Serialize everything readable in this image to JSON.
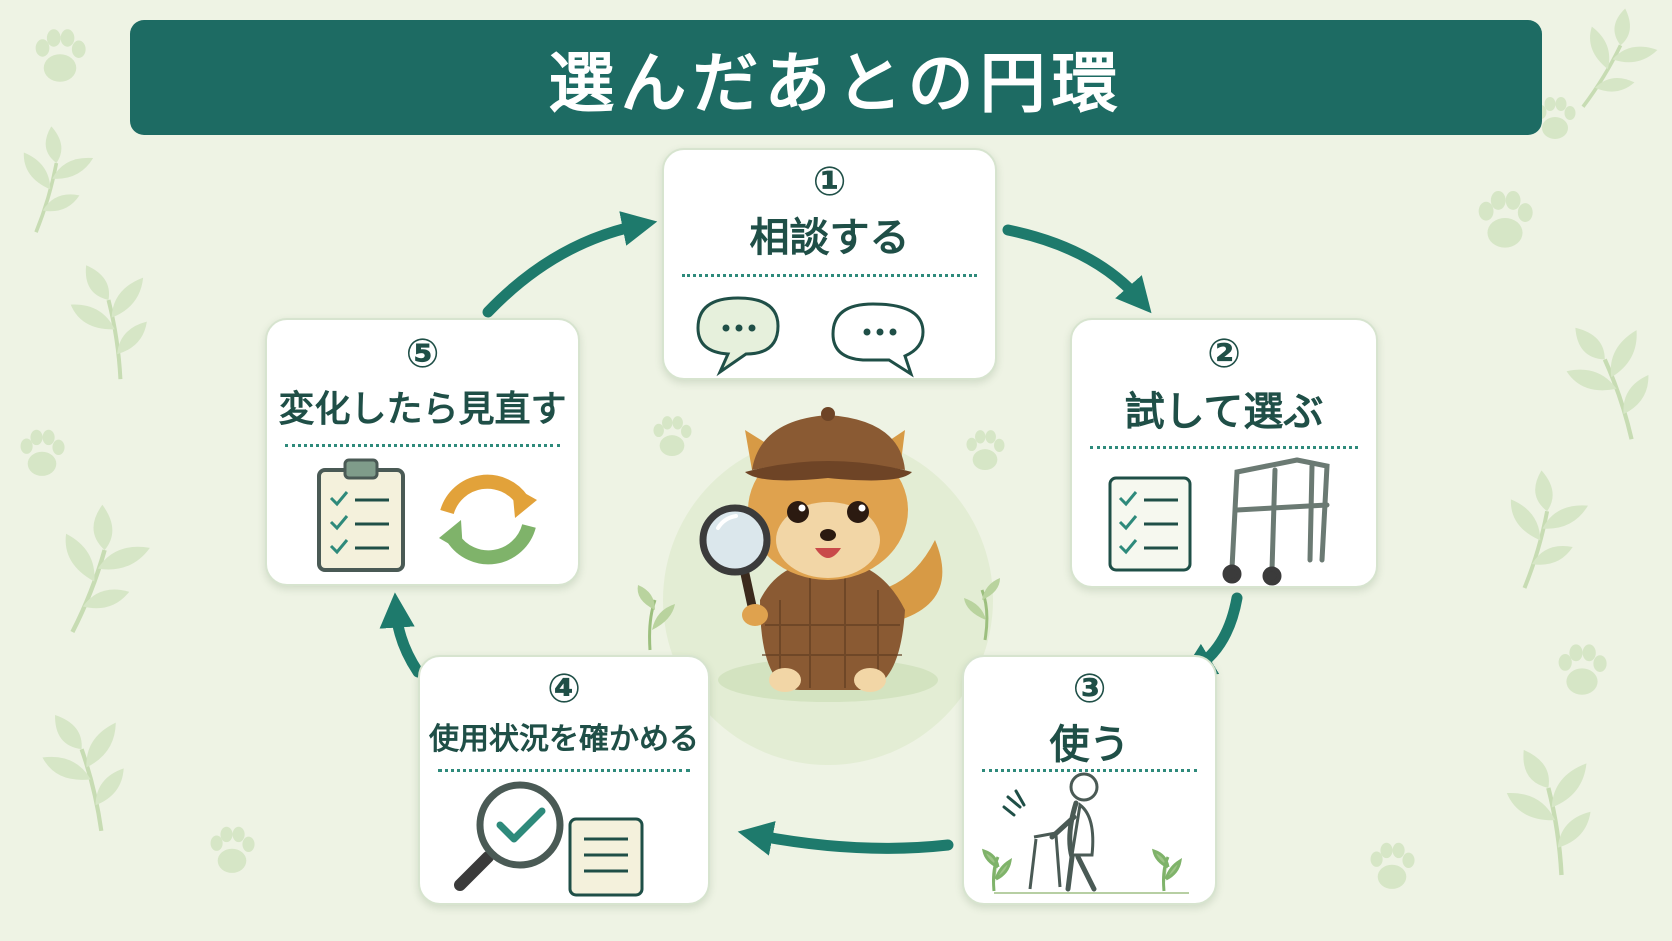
{
  "title": "選んだあとの円環",
  "steps": [
    {
      "num": "①",
      "label": "相談する"
    },
    {
      "num": "②",
      "label": "試して選ぶ"
    },
    {
      "num": "③",
      "label": "使う"
    },
    {
      "num": "④",
      "label": "使用状況を確かめる"
    },
    {
      "num": "⑤",
      "label": "変化したら見直す"
    }
  ],
  "icons": {
    "step1": [
      "speech-bubble-icon",
      "speech-bubble-icon"
    ],
    "step2": [
      "checklist-icon",
      "walker-icon"
    ],
    "step3": [
      "person-with-walker-icon"
    ],
    "step4": [
      "magnifier-check-icon",
      "document-icon"
    ],
    "step5": [
      "clipboard-checklist-icon",
      "refresh-cycle-icon"
    ],
    "center": "detective-dog-mascot"
  },
  "colors": {
    "background": "#eef3e4",
    "title_bar": "#1d6b63",
    "title_text": "#ffffff",
    "label_text": "#1f4f47",
    "arrow": "#1e7a6c",
    "accent_orange": "#e2a23a",
    "accent_green": "#7fb36a"
  }
}
